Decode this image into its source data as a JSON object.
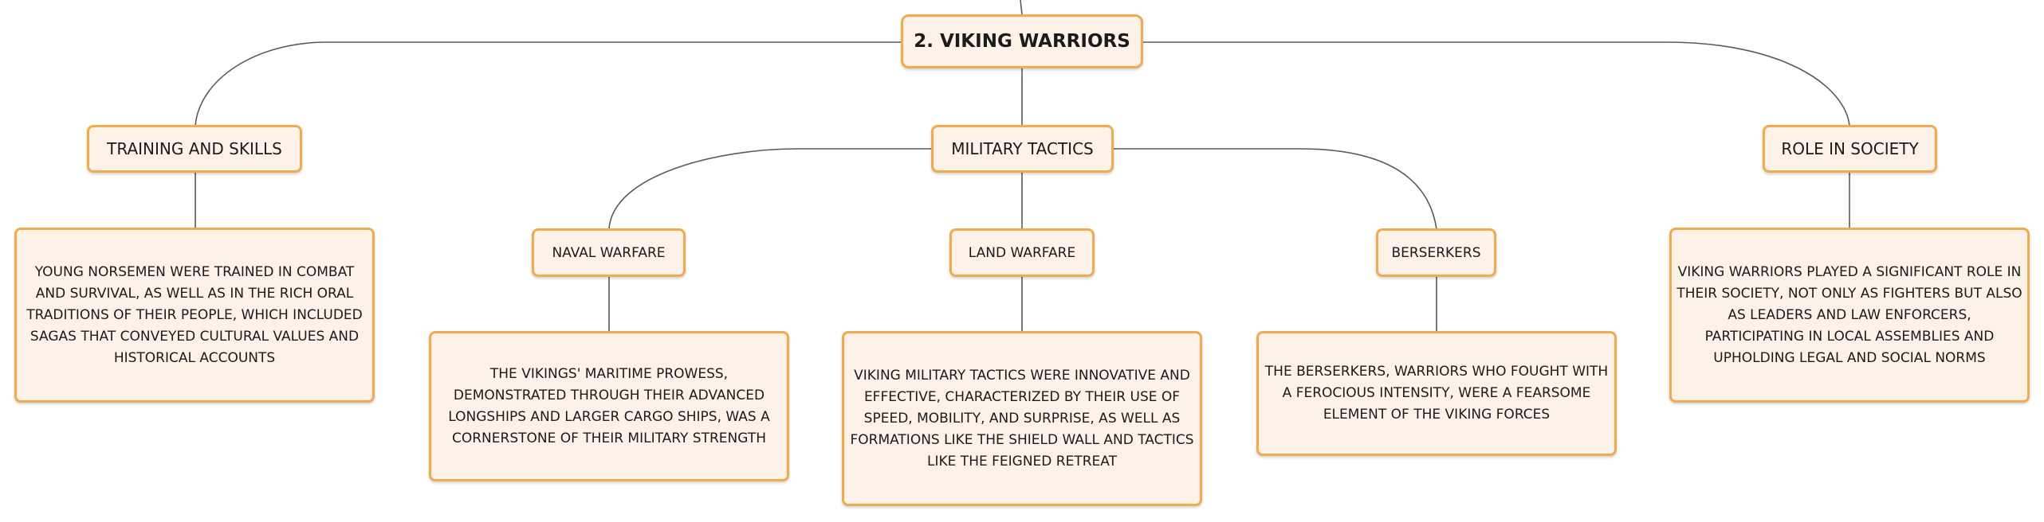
{
  "diagram": {
    "title": "2. VIKING WARRIORS",
    "topics": {
      "training": "TRAINING AND SKILLS",
      "tactics": "MILITARY TACTICS",
      "society": "ROLE IN SOCIETY"
    },
    "subtopics": {
      "naval": "NAVAL WARFARE",
      "land": "LAND WARFARE",
      "berserkers": "BERSERKERS"
    },
    "descriptions": {
      "training": "YOUNG NORSEMEN WERE TRAINED IN COMBAT AND SURVIVAL, AS WELL AS IN THE RICH ORAL TRADITIONS OF THEIR PEOPLE, WHICH INCLUDED SAGAS THAT CONVEYED CULTURAL VALUES AND HISTORICAL ACCOUNTS",
      "naval": "THE VIKINGS' MARITIME PROWESS, DEMONSTRATED THROUGH THEIR ADVANCED LONGSHIPS AND LARGER CARGO SHIPS, WAS A CORNERSTONE OF THEIR MILITARY STRENGTH",
      "land": "VIKING MILITARY TACTICS WERE INNOVATIVE AND EFFECTIVE, CHARACTERIZED BY THEIR USE OF SPEED, MOBILITY, AND SURPRISE, AS WELL AS FORMATIONS LIKE THE SHIELD WALL AND TACTICS LIKE THE FEIGNED RETREAT",
      "berserkers": "THE BERSERKERS, WARRIORS WHO FOUGHT WITH A FEROCIOUS INTENSITY, WERE A FEARSOME ELEMENT OF THE VIKING FORCES",
      "society": "VIKING WARRIORS PLAYED A SIGNIFICANT ROLE IN THEIR SOCIETY, NOT ONLY AS FIGHTERS BUT ALSO AS LEADERS AND LAW ENFORCERS, PARTICIPATING IN LOCAL ASSEMBLIES AND UPHOLDING LEGAL AND SOCIAL NORMS"
    },
    "colors": {
      "node_fill": "#fdf2e7",
      "node_border": "#f3a94e",
      "connector": "#5a5a5a",
      "text": "#1b1b1b"
    }
  }
}
